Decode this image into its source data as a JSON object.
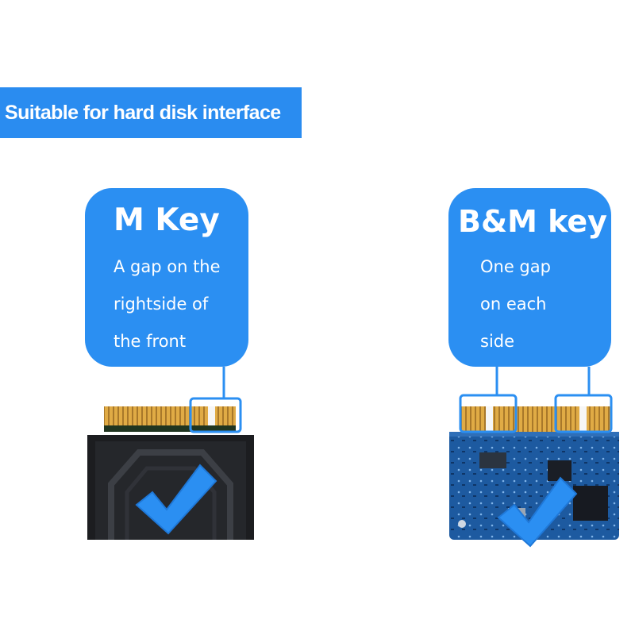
{
  "banner": {
    "text": "Suitable for hard disk interface"
  },
  "m_key": {
    "title": "M Key",
    "description": "A gap on the rightside of the front"
  },
  "bm_key": {
    "title": "B&M key",
    "description": "One gap on each side"
  },
  "colors": {
    "accent_blue": "#2b8ff2",
    "banner_blue": "#2a8cf0",
    "connector_gold": "#d9a13a",
    "pcb_blue": "#1f5fa8",
    "heatsink_black": "#1c1d20"
  },
  "icons": [
    "checkmark-icon",
    "checkmark-icon"
  ]
}
